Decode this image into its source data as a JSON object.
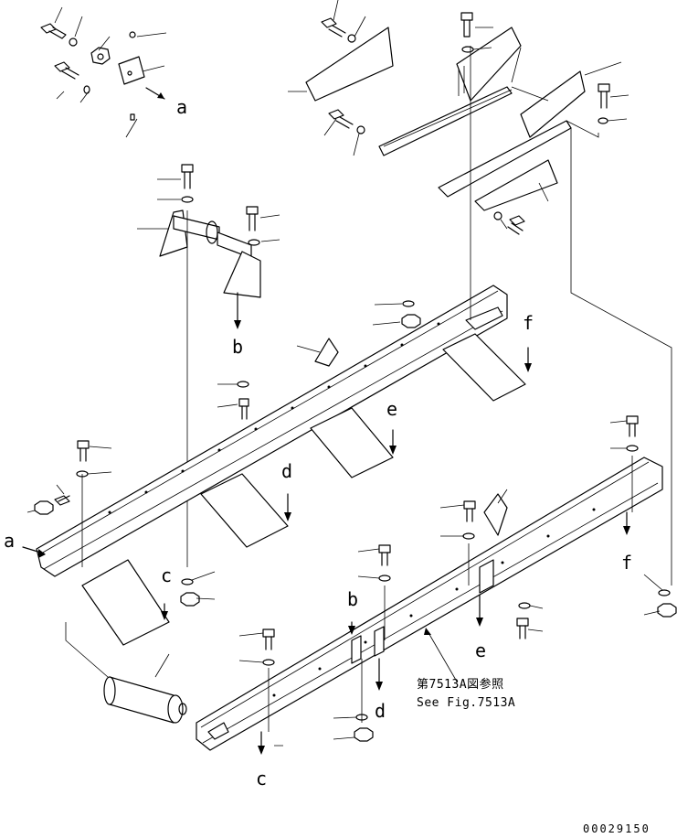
{
  "callouts": {
    "a": "a",
    "b": "b",
    "c": "c",
    "d": "d",
    "e": "e",
    "f": "f"
  },
  "reference_note": {
    "line1": "第7513A図参照",
    "line2": "See Fig.7513A"
  },
  "drawing_code": "00029150"
}
